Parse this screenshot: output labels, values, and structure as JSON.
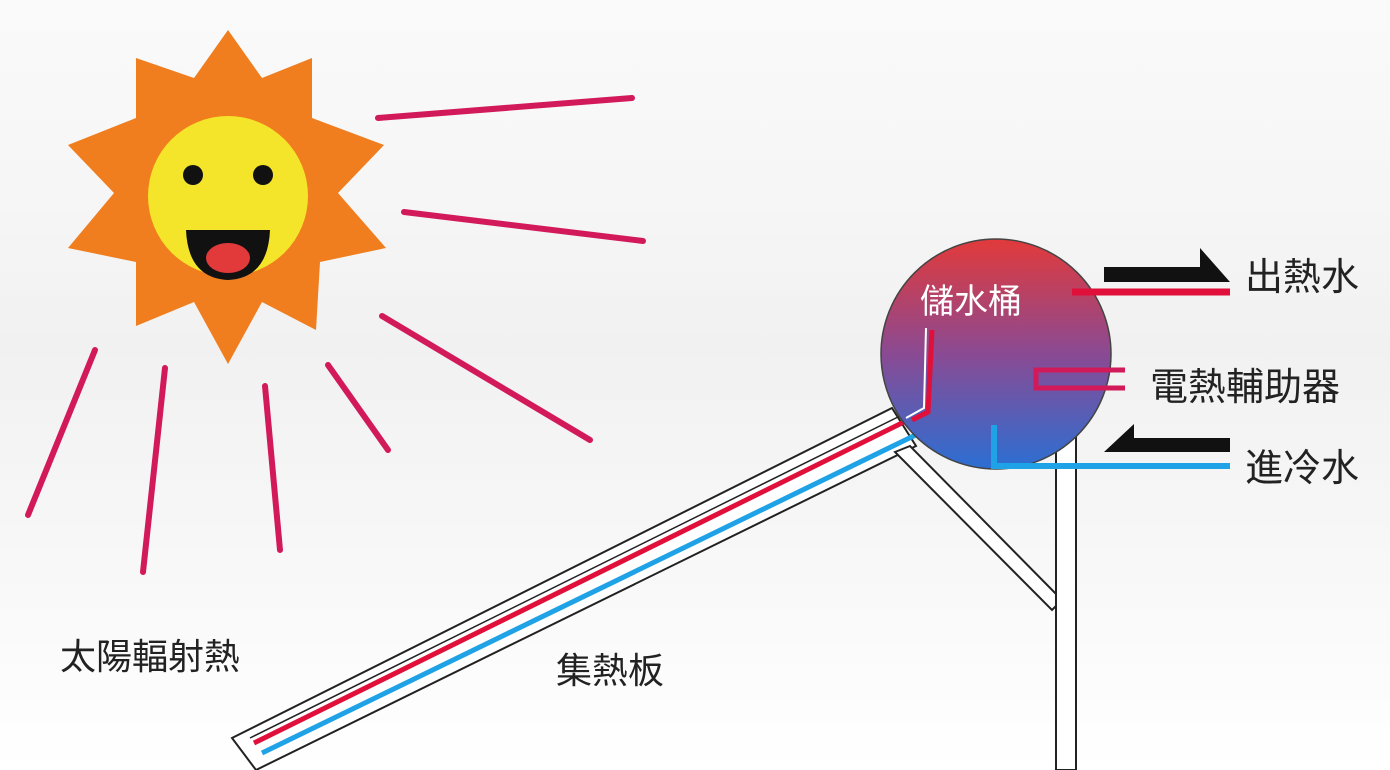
{
  "labels": {
    "solar_radiation": "太陽輻射熱",
    "collector": "集熱板",
    "tank": "儲水桶",
    "hot_water_out": "出熱水",
    "electric_heater": "電熱輔助器",
    "cold_water_in": "進冷水"
  },
  "icons": {
    "sun": "smiling-sun-icon",
    "outflow_arrow": "arrow-right-icon",
    "inflow_arrow": "arrow-left-icon"
  },
  "colors": {
    "sun_rays": "#d21a5a",
    "sun_body": "#f07d1e",
    "sun_face": "#f5e52a",
    "hot_pipe": "#e0103a",
    "cold_pipe": "#1fa2e6",
    "tank_top": "#e23a3a",
    "tank_bottom": "#2b6fd3",
    "arrows": "#111111",
    "heater_lines": "#d21a5a"
  }
}
